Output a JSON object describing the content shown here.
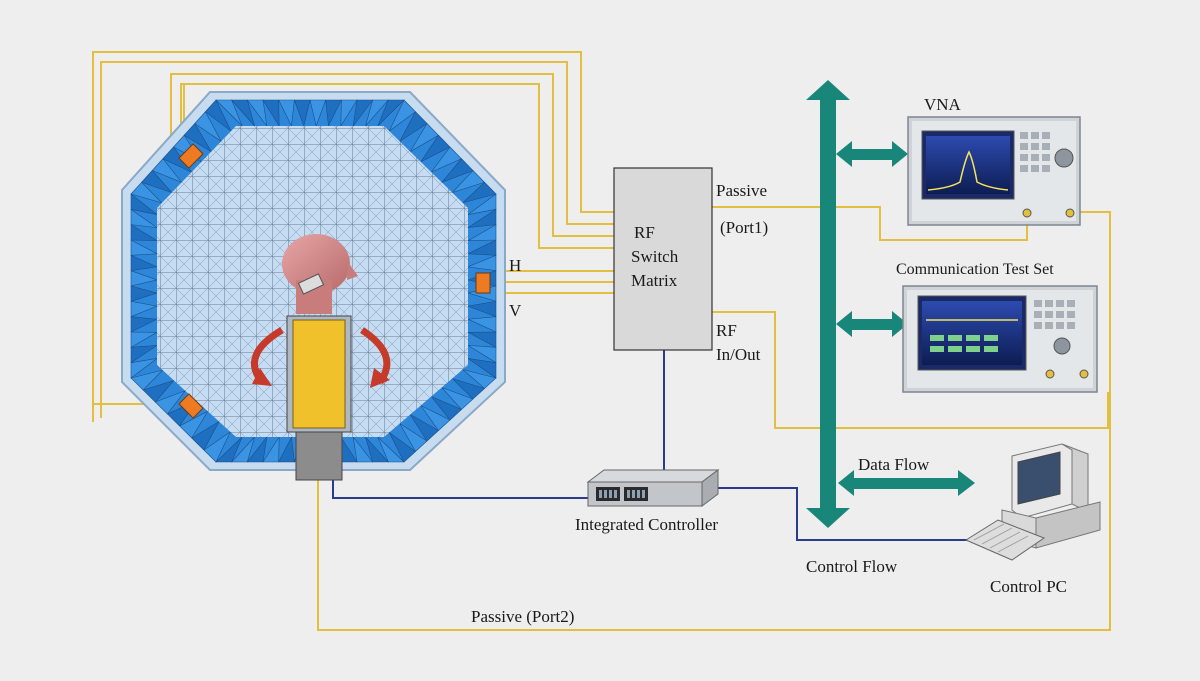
{
  "chamber": {
    "polarization_h": "H",
    "polarization_v": "V"
  },
  "switch_matrix": {
    "line1": "RF",
    "line2": "Switch",
    "line3": "Matrix"
  },
  "ports": {
    "passive_label": "Passive",
    "port1_label": "(Port1)",
    "rf_label": "RF",
    "inout_label": "In/Out",
    "passive_port2_label": "Passive (Port2)"
  },
  "instruments": {
    "vna_label": "VNA",
    "comm_test_set_label": "Communication Test Set",
    "controller_label": "Integrated Controller",
    "control_pc_label": "Control PC"
  },
  "flows": {
    "data_flow_label": "Data Flow",
    "control_flow_label": "Control Flow"
  },
  "colors": {
    "background": "#eeeeee",
    "chamber_blue": "#2e86d8",
    "chamber_grid": "#cfe2f4",
    "wire_yellow": "#e2bf3f",
    "wire_blue": "#2b3a8a",
    "bus_teal": "#18877a",
    "switch_box": "#d9d9d9",
    "dut_yellow": "#f0c12a",
    "probe_orange": "#ee7a22"
  }
}
